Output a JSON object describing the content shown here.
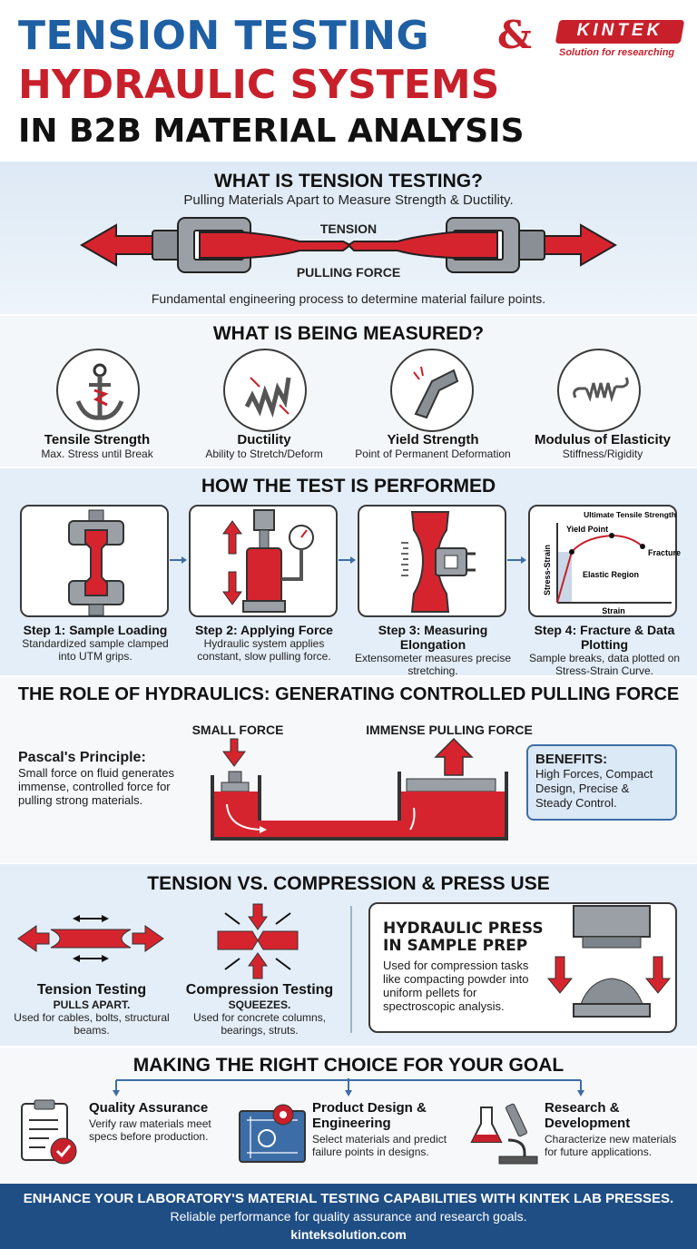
{
  "header": {
    "title_line1": "TENSION TESTING",
    "ampersand": "&",
    "title_line2": "HYDRAULIC SYSTEMS",
    "title_line3": "IN B2B MATERIAL ANALYSIS",
    "logo": {
      "name": "KINTEK",
      "tagline": "Solution for researching"
    }
  },
  "what_is": {
    "title": "WHAT IS TENSION TESTING?",
    "subtitle": "Pulling Materials Apart to Measure Strength & Ductility.",
    "label_tension": "TENSION",
    "label_force": "PULLING FORCE",
    "caption": "Fundamental engineering process to determine material failure points."
  },
  "measured": {
    "title": "WHAT IS BEING MEASURED?",
    "items": [
      {
        "label": "Tensile Strength",
        "desc": "Max. Stress until Break",
        "icon": "anchor-icon"
      },
      {
        "label": "Ductility",
        "desc": "Ability to Stretch/Deform",
        "icon": "spring-icon"
      },
      {
        "label": "Yield Strength",
        "desc": "Point of Permanent Deformation",
        "icon": "bent-bar-icon"
      },
      {
        "label": "Modulus of Elasticity",
        "desc": "Stiffness/Rigidity",
        "icon": "stretched-spring-icon"
      }
    ]
  },
  "procedure": {
    "title": "HOW THE TEST IS PERFORMED",
    "steps": [
      {
        "label": "Step 1: Sample Loading",
        "desc": "Standardized sample clamped into UTM grips."
      },
      {
        "label": "Step 2: Applying Force",
        "desc": "Hydraulic system applies constant, slow pulling force."
      },
      {
        "label": "Step 3: Measuring Elongation",
        "desc": "Extensometer measures precise stretching."
      },
      {
        "label": "Step 4: Fracture & Data Plotting",
        "desc": "Sample breaks, data plotted on Stress-Strain Curve."
      }
    ],
    "graph": {
      "y_label": "Stress-Strain",
      "x_label": "Strain",
      "yield_point": "Yield Point",
      "uts": "Ultimate Tensile Strength",
      "fracture": "Fracture",
      "elastic": "Elastic Region"
    }
  },
  "hydraulics": {
    "title": "THE ROLE OF HYDRAULICS: GENERATING CONTROLLED PULLING FORCE",
    "small_force": "SMALL FORCE",
    "large_force": "IMMENSE PULLING FORCE",
    "pascal_title": "Pascal's Principle:",
    "pascal_desc": "Small force on fluid generates immense, controlled force for pulling strong materials.",
    "benefits_title": "BENEFITS:",
    "benefits_desc": "High Forces, Compact Design, Precise & Steady Control."
  },
  "comparison": {
    "title": "TENSION VS. COMPRESSION & PRESS USE",
    "tension_label": "Tension Testing",
    "tension_sub": "PULLS APART.",
    "tension_desc": "Used for cables, bolts, structural beams.",
    "compression_label": "Compression Testing",
    "compression_sub": "SQUEEZES.",
    "compression_desc": "Used for concrete columns, bearings, struts.",
    "press_title": "HYDRAULIC PRESS IN SAMPLE PREP",
    "press_desc": "Used for compression tasks like compacting powder into uniform pellets for spectroscopic analysis."
  },
  "goals": {
    "title": "MAKING THE RIGHT CHOICE FOR YOUR GOAL",
    "items": [
      {
        "label": "Quality Assurance",
        "desc": "Verify raw materials meet specs before production.",
        "icon": "clipboard-check-icon"
      },
      {
        "label": "Product Design & Engineering",
        "desc": "Select materials and predict failure points in designs.",
        "icon": "blueprint-gear-icon"
      },
      {
        "label": "Research & Development",
        "desc": "Characterize new materials for future applications.",
        "icon": "microscope-flask-icon"
      }
    ]
  },
  "footer": {
    "cta": "ENHANCE YOUR LABORATORY'S MATERIAL TESTING CAPABILITIES WITH KINTEK LAB PRESSES.",
    "subline": "Reliable performance for quality assurance and research goals.",
    "website": "kinteksolution.com"
  },
  "colors": {
    "blue": "#1f5fa3",
    "red": "#c8202b",
    "dark": "#111111",
    "gray": "#7c8187",
    "footer": "#1f4e85"
  }
}
